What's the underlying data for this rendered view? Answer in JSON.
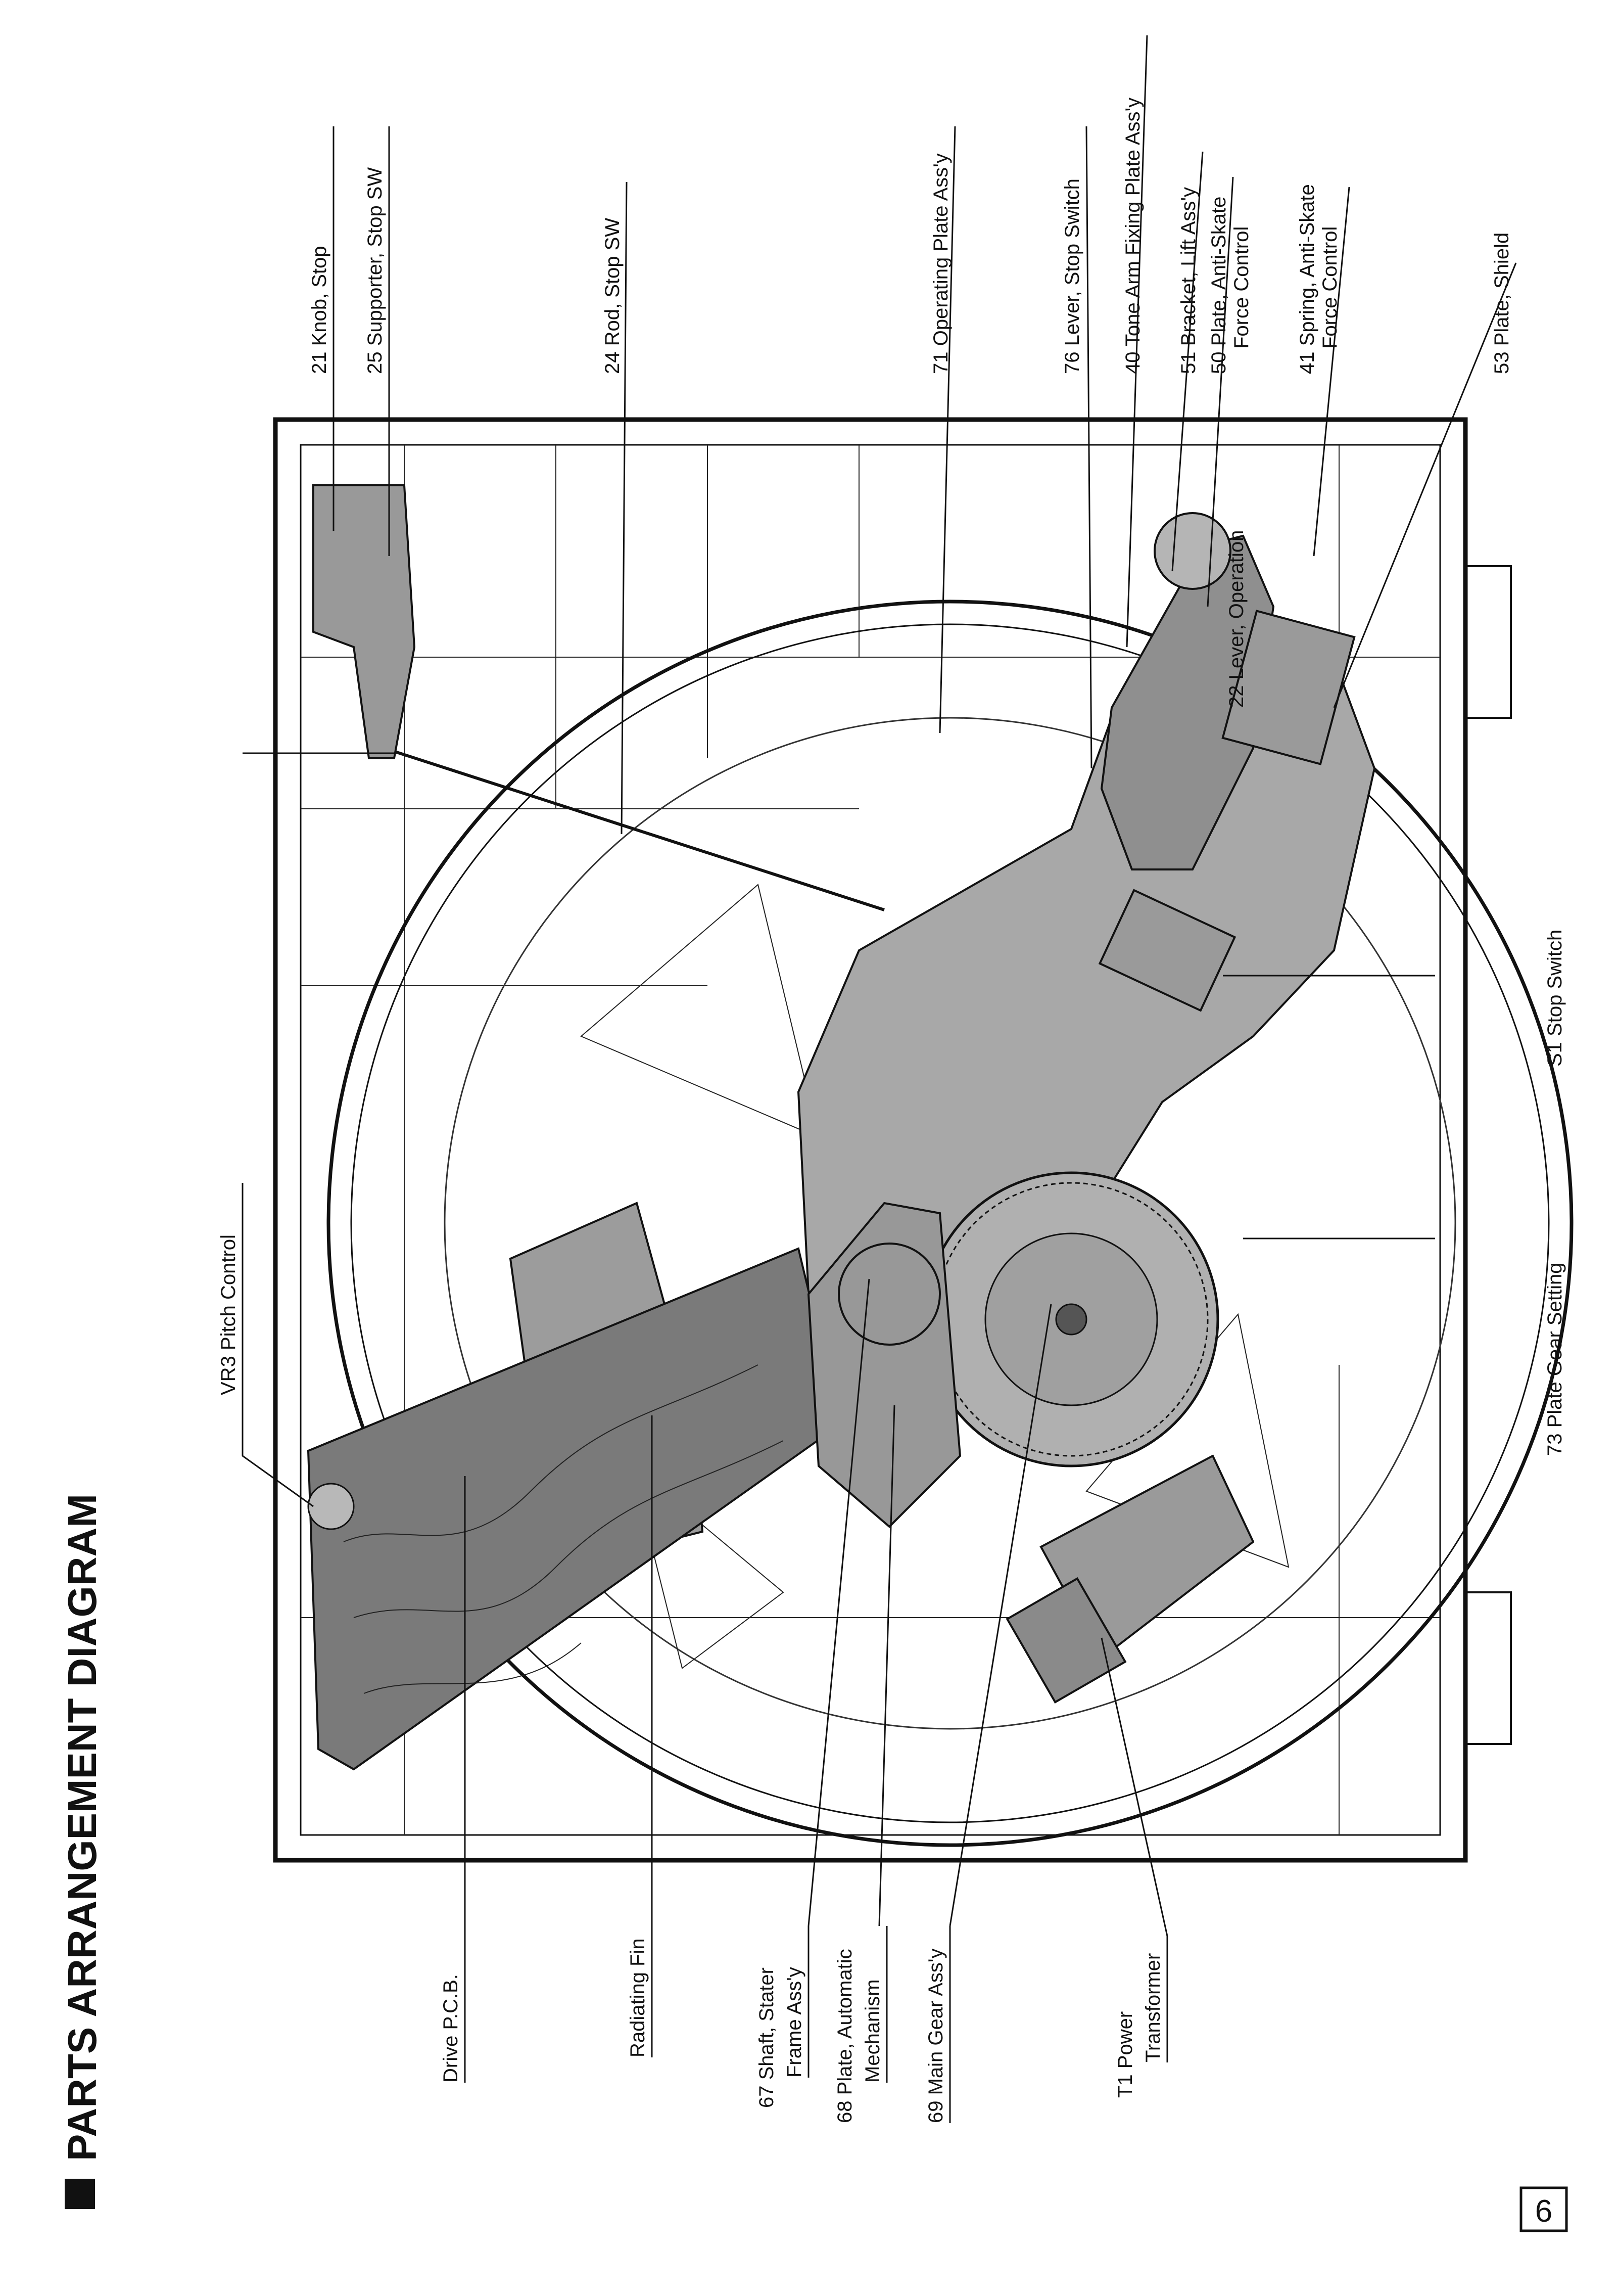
{
  "title": "PARTS ARRANGEMENT DIAGRAM",
  "page_number": "6",
  "top_labels": {
    "l21": "21  Knob, Stop",
    "l25": "25  Supporter, Stop SW",
    "l24": "24  Rod, Stop SW",
    "l71": "71  Operating Plate Ass'y",
    "l76": "76  Lever, Stop Switch",
    "l40": "40  Tone Arm Fixing Plate Ass'y",
    "l51": "51  Bracket, Lift Ass'y",
    "l50a": "50  Plate, Anti-Skate",
    "l50b": "Force Control",
    "l41a": "41  Spring, Anti-Skate",
    "l41b": "Force Control",
    "l53": "53  Plate, Shield",
    "l22": "22  Lever, Operation",
    "lvr3": "VR3  Pitch Control"
  },
  "right_labels": {
    "s1": "S1  Stop Switch",
    "l73": "73  Plate Gear Setting"
  },
  "bottom_labels": {
    "drive": "Drive P.C.B.",
    "fin": "Radiating Fin",
    "l67a": "67  Shaft, Stater",
    "l67b": "Frame Ass'y",
    "l68a": "68  Plate, Automatic",
    "l68b": "Mechanism",
    "l69": "69  Main Gear Ass'y",
    "t1a": "T1  Power",
    "t1b": "Transformer"
  }
}
